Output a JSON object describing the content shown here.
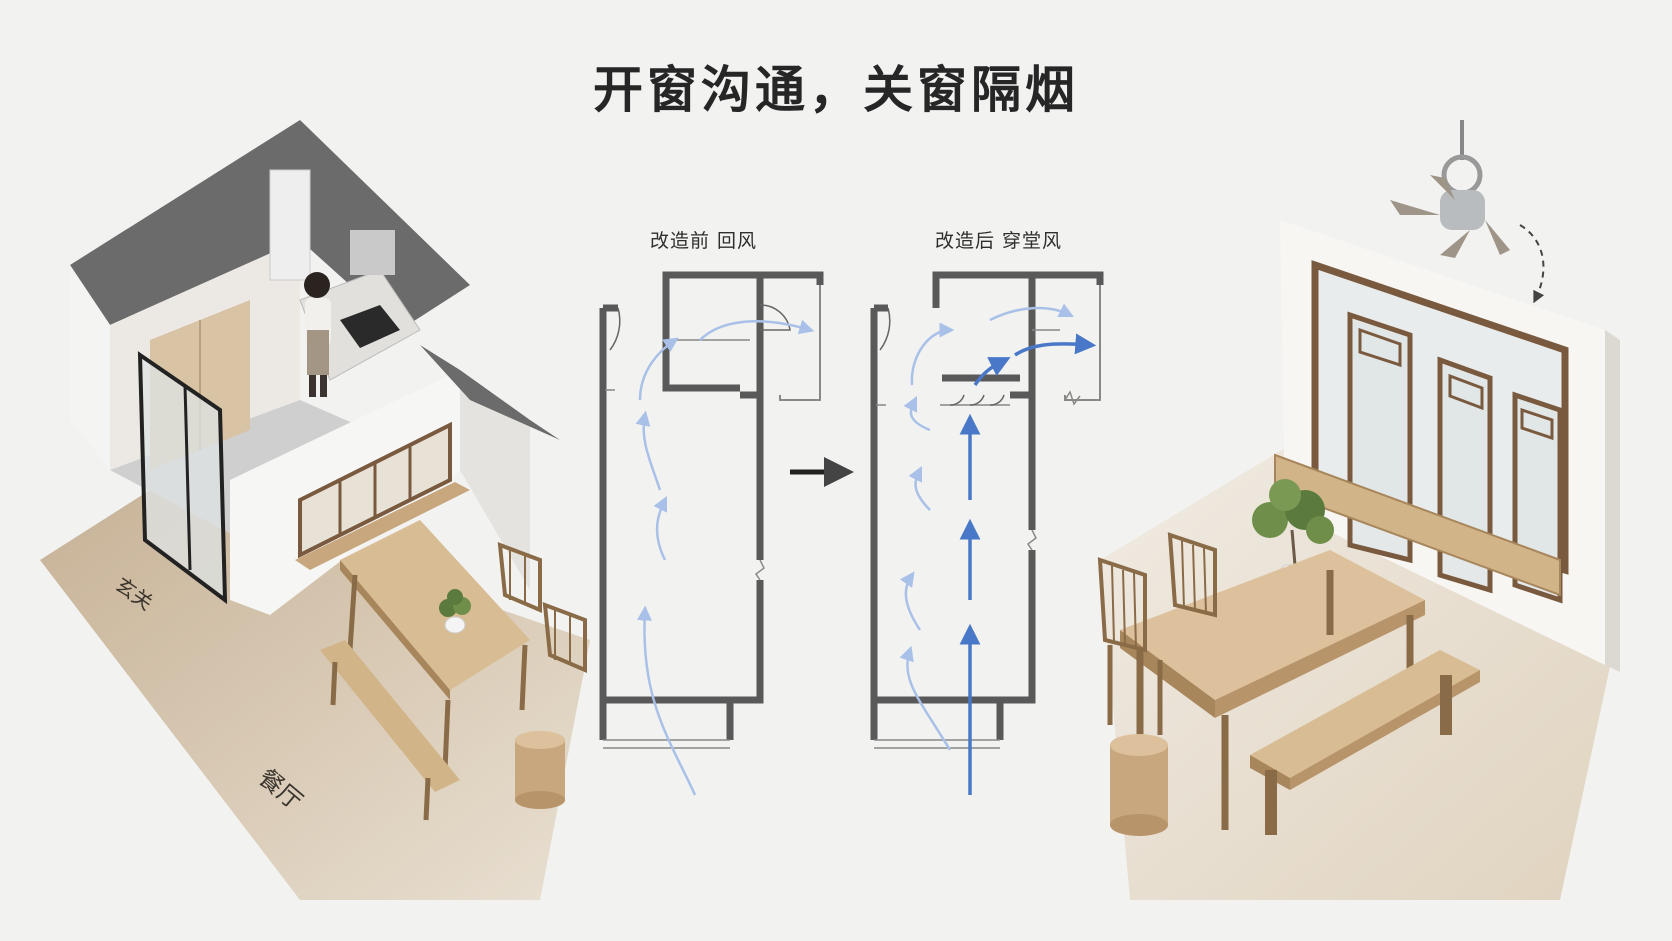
{
  "title": "开窗沟通，关窗隔烟",
  "plans": {
    "before": {
      "label": "改造前  回风"
    },
    "after": {
      "label": "改造后 穿堂风"
    }
  },
  "rooms": {
    "entrance": "玄关",
    "dining": "餐厅"
  },
  "icons": {
    "transition": "right-arrow-icon",
    "fan": "ceiling-fan-icon",
    "fan_motion": "dashed-curve-arrow-icon"
  },
  "colors": {
    "wall": "#595959",
    "airflow_light": "#a9c1e8",
    "airflow_strong": "#4a78c8",
    "wood": "#c9a77e",
    "window_frame": "#7a5a3e"
  }
}
